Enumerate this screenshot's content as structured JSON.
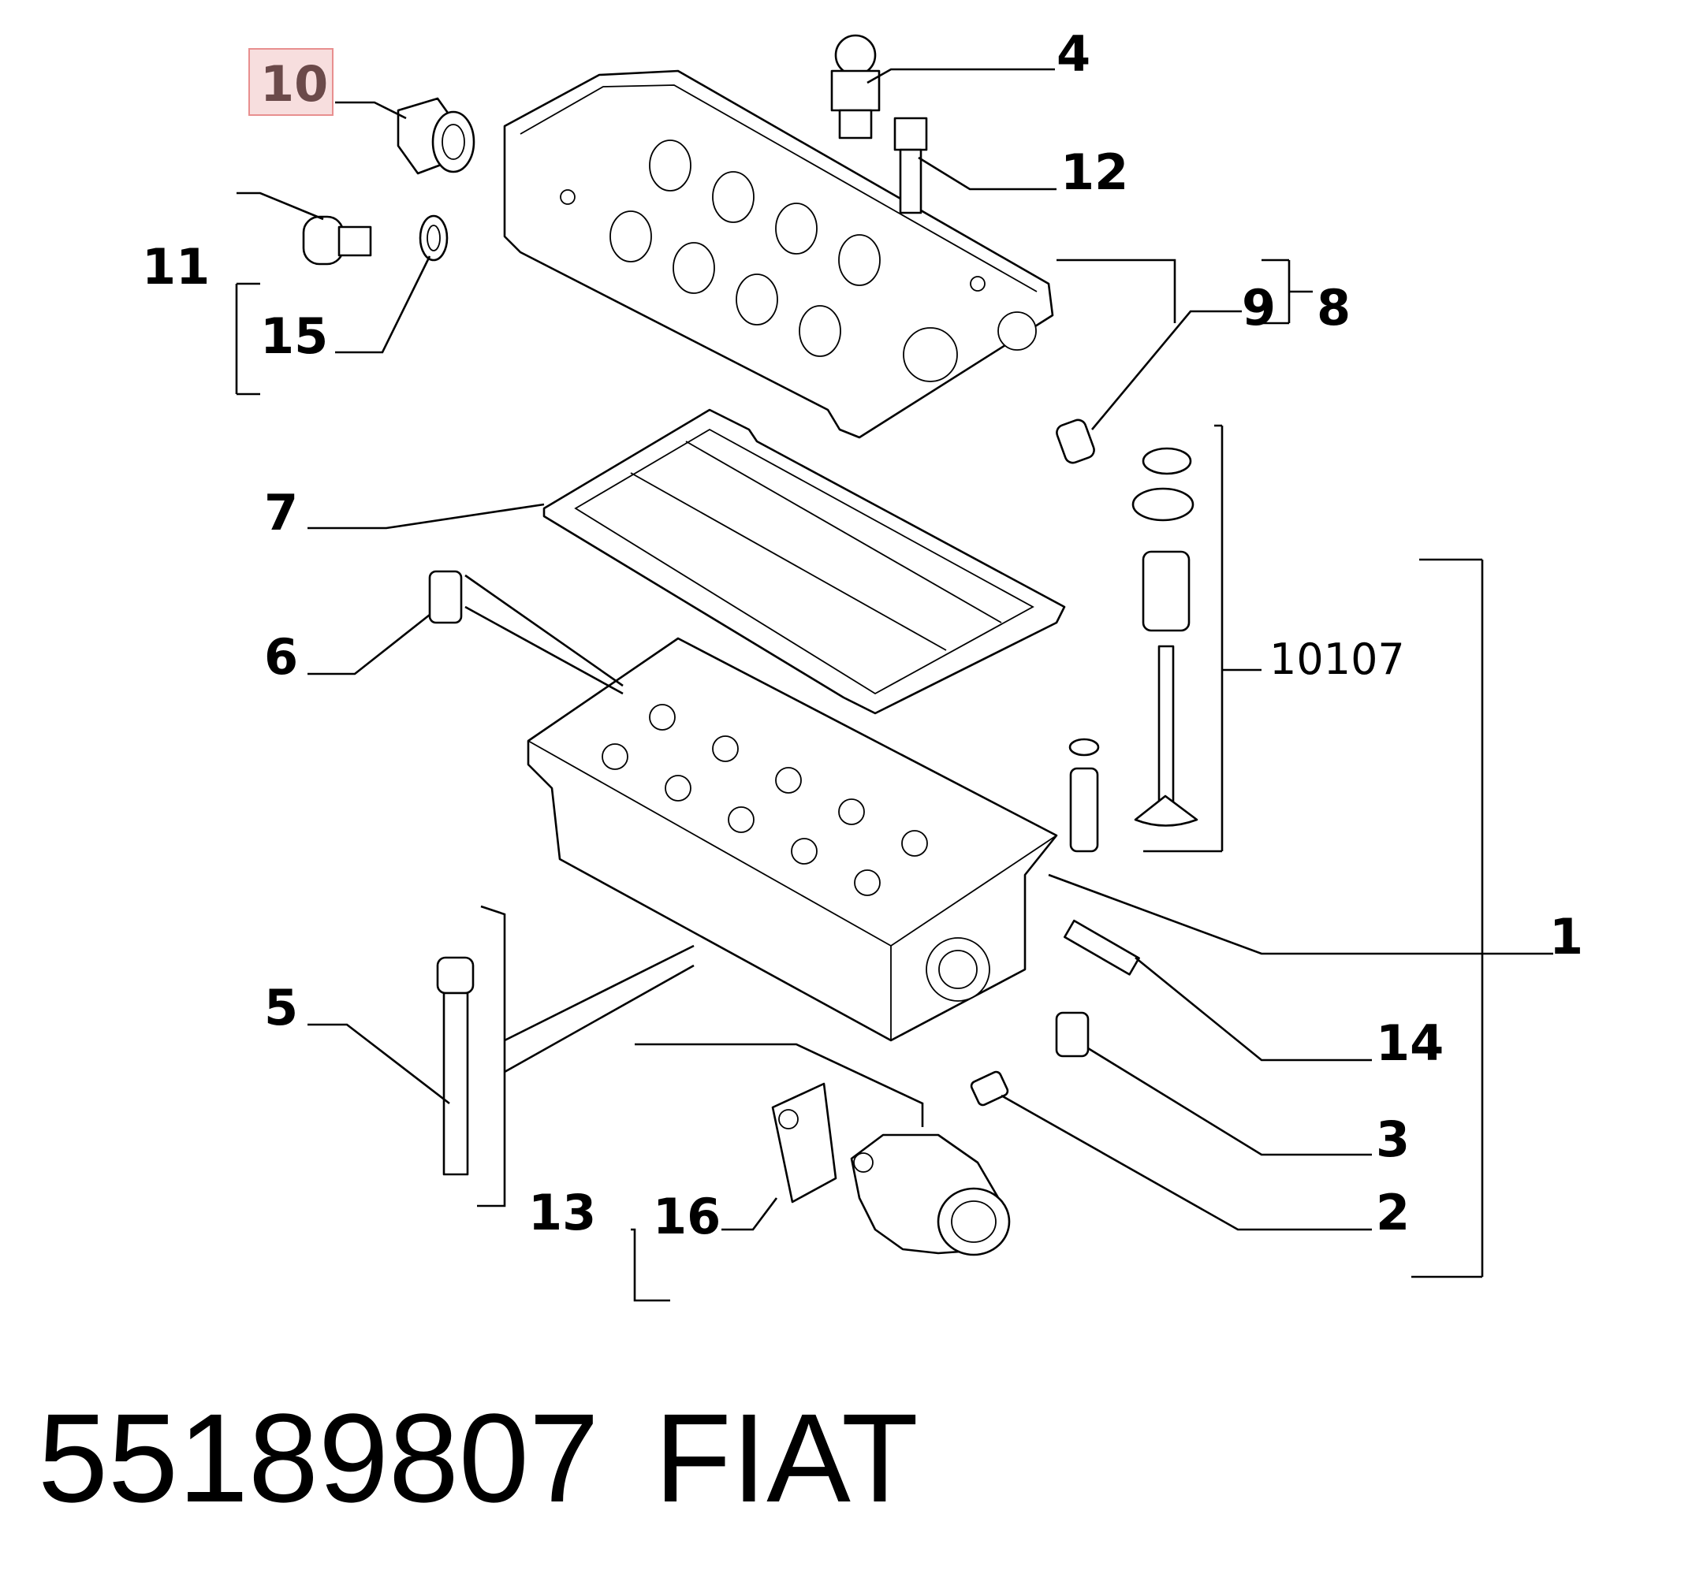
{
  "diagram": {
    "selected_label": "10",
    "callouts": [
      "1",
      "2",
      "3",
      "4",
      "5",
      "6",
      "7",
      "8",
      "9",
      "10",
      "11",
      "12",
      "13",
      "14",
      "15",
      "16",
      "10107"
    ],
    "highlight_color": "#f7dede",
    "highlight_border": "#e88f8f"
  },
  "footer": {
    "part_number": "55189807",
    "brand": "FIAT"
  }
}
